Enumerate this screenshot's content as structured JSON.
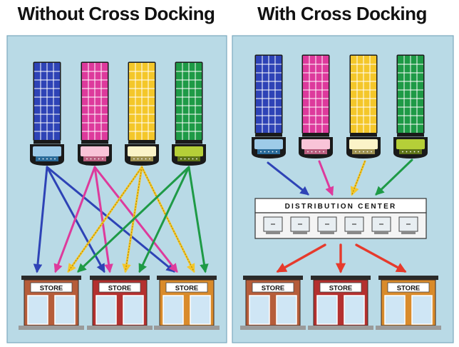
{
  "panels": [
    {
      "key": "without",
      "title": "Without Cross Docking",
      "trucks": [
        {
          "color": "#2e43b6",
          "cab": "#9ecbe8",
          "grille": "#2a6b99"
        },
        {
          "color": "#dd3a9c",
          "cab": "#f9c4d8",
          "grille": "#b85e7e"
        },
        {
          "color": "#f4c72a",
          "cab": "#fbf3c8",
          "grille": "#9c8f50"
        },
        {
          "color": "#1e9a46",
          "cab": "#b5cf38",
          "grille": "#5e7418"
        }
      ],
      "stores": [
        {
          "label": "STORE",
          "color": "#b65d3a"
        },
        {
          "label": "STORE",
          "color": "#b4302f"
        },
        {
          "label": "STORE",
          "color": "#d98b2b"
        }
      ]
    },
    {
      "key": "with",
      "title": "With Cross Docking",
      "trucks": [
        {
          "color": "#2e43b6",
          "cab": "#9ecbe8",
          "grille": "#2a6b99"
        },
        {
          "color": "#dd3a9c",
          "cab": "#f9c4d8",
          "grille": "#b85e7e"
        },
        {
          "color": "#f4c72a",
          "cab": "#fbf3c8",
          "grille": "#9c8f50"
        },
        {
          "color": "#1e9a46",
          "cab": "#b5cf38",
          "grille": "#5e7418"
        }
      ],
      "distribution_center": {
        "label": "DISTRIBUTION CENTER",
        "docks": 6
      },
      "stores": [
        {
          "label": "STORE",
          "color": "#b65d3a"
        },
        {
          "label": "STORE",
          "color": "#b4302f"
        },
        {
          "label": "STORE",
          "color": "#d98b2b"
        }
      ]
    }
  ],
  "colors": {
    "panel_bg": "#b9dae6",
    "panel_border": "#7ba9bd",
    "blue": "#2e43b6",
    "pink": "#dd3a9c",
    "yellow": "#f4c72a",
    "green": "#1e9a46",
    "red": "#e63a2c",
    "store_window": "#cfe6f5",
    "store_sign": "#ffffff"
  }
}
